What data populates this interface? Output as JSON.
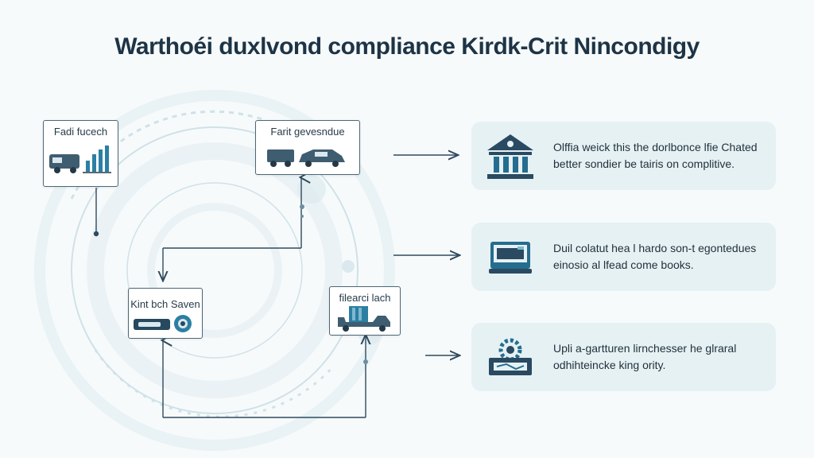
{
  "title": "Warthoéi duxlvond compliance Kirdk-Crit Nincondigy",
  "nodes": [
    {
      "label": "Fadi fucech",
      "icon": "truck-chart-icon"
    },
    {
      "label": "Farit gevesndue",
      "icon": "truck-car-icon"
    },
    {
      "label": "Kint bch Saven",
      "icon": "device-icon"
    },
    {
      "label": "filearci lach",
      "icon": "cargo-truck-icon"
    }
  ],
  "panels": [
    {
      "line1": "Olffia weick this the dorlbonce lfie Chated",
      "line2": "better sondier be tairis on complitive.",
      "icon": "bank-building-icon"
    },
    {
      "line1": "Duil colatut hea l hardo son-t egontedues",
      "line2": "einosio al lfead come books.",
      "icon": "monitor-icon"
    },
    {
      "line1": "Upli a-gartturen lirnchesser he glraral",
      "line2": "odhihteincke king ority.",
      "icon": "gear-machine-icon"
    }
  ],
  "colors": {
    "accent": "#256d8e",
    "panel": "#e6f1f4",
    "line": "#2e4a5e",
    "title": "#1d3446"
  }
}
